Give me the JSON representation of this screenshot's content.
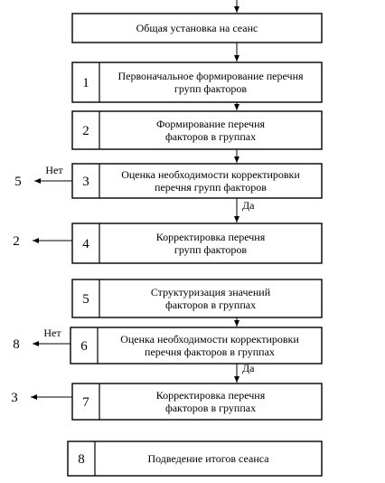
{
  "boxes": [
    {
      "id": "b0",
      "number": "",
      "lines": [
        "Общая установка на сеанс"
      ]
    },
    {
      "id": "b1",
      "number": "1",
      "lines": [
        "Первоначальное формирование перечня",
        "групп факторов"
      ]
    },
    {
      "id": "b2",
      "number": "2",
      "lines": [
        "Формирование перечня",
        "факторов в группах"
      ]
    },
    {
      "id": "b3",
      "number": "3",
      "lines": [
        "Оценка необходимости корректировки",
        "перечня групп факторов"
      ]
    },
    {
      "id": "b4",
      "number": "4",
      "lines": [
        "Корректировка перечня",
        "групп факторов"
      ]
    },
    {
      "id": "b5",
      "number": "5",
      "lines": [
        "Структуризация значений",
        "факторов в группах"
      ]
    },
    {
      "id": "b6",
      "number": "6",
      "lines": [
        "Оценка необходимости корректировки",
        "перечня факторов в группах"
      ]
    },
    {
      "id": "b7",
      "number": "7",
      "lines": [
        "Корректировка перечня",
        "факторов в группах"
      ]
    },
    {
      "id": "b8",
      "number": "8",
      "lines": [
        "Подведение итогов сеанса"
      ]
    }
  ],
  "side_exits": [
    {
      "from": "b3",
      "target": "5",
      "label": "Нет"
    },
    {
      "from": "b4",
      "target": "2",
      "label": ""
    },
    {
      "from": "b6",
      "target": "8",
      "label": "Нет"
    },
    {
      "from": "b7",
      "target": "3",
      "label": ""
    }
  ],
  "down_links": [
    {
      "from": "b3",
      "to": "b4",
      "label": "Да"
    },
    {
      "from": "b6",
      "to": "b7",
      "label": "Да"
    }
  ],
  "colors": {
    "line": "#000000",
    "background": "#ffffff"
  }
}
